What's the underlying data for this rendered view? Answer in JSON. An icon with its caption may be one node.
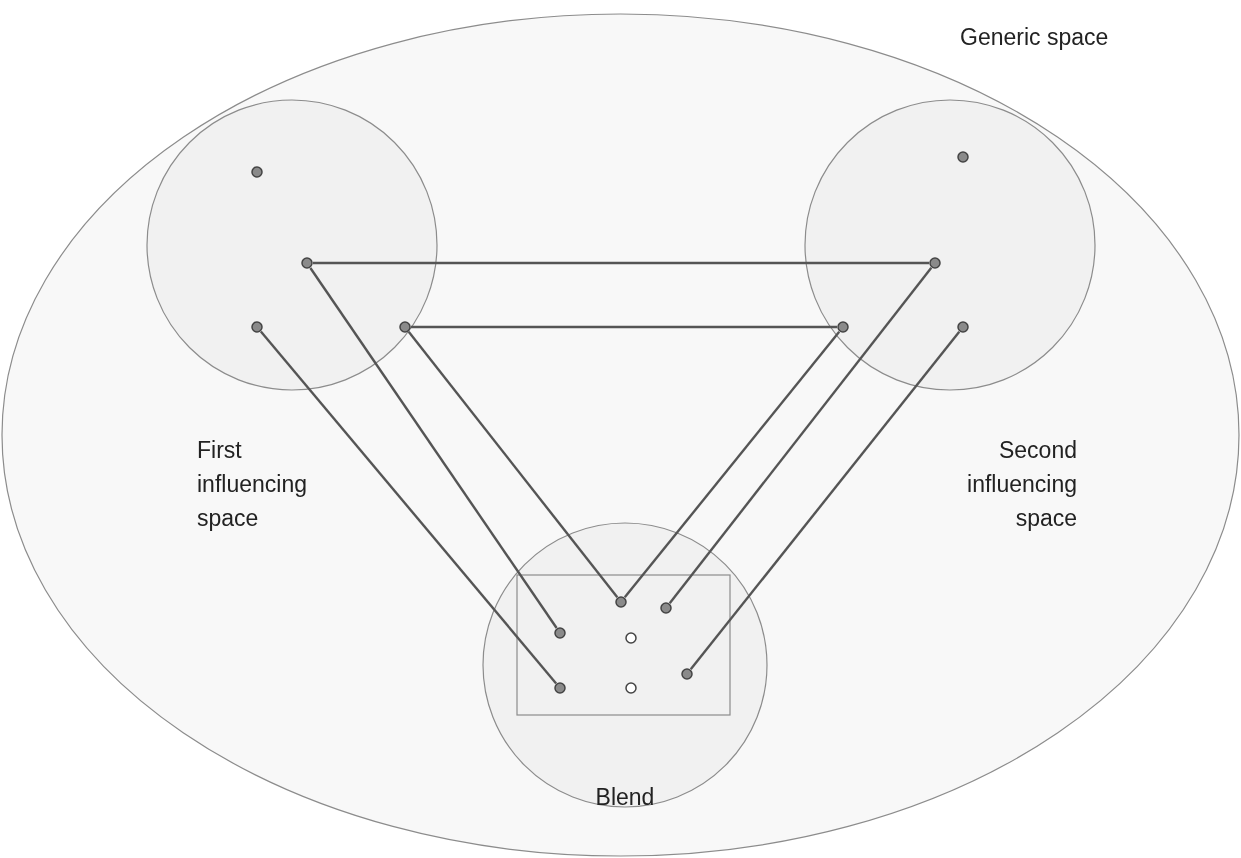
{
  "diagram": {
    "nodes": [
      {
        "text": [
          "Generic space"
        ]
      },
      {
        "text": [
          "First influencing space"
        ],
        "in": 0
      },
      {
        "text": [],
        "shape": "circle",
        "in": 1
      },
      {
        "text": [],
        "shape": "circle",
        "in": 1
      },
      {
        "text": [],
        "shape": "circle",
        "in": 1
      },
      {
        "text": [],
        "shape": "circle",
        "in": 1
      },
      {
        "text": [
          "Second influencing space"
        ],
        "in": 0
      },
      {
        "text": [],
        "shape": "circle",
        "in": 6
      },
      {
        "text": [],
        "shape": "circle",
        "in": 6
      },
      {
        "text": [],
        "shape": "circle",
        "in": 6
      },
      {
        "text": [],
        "shape": "circle",
        "in": 6
      },
      {
        "text": [
          "Blend"
        ],
        "in": 0
      },
      {
        "text": [],
        "shape": "box",
        "in": 11
      },
      {
        "text": [],
        "shape": "circle",
        "in": 12
      },
      {
        "text": [],
        "shape": "circle",
        "in": 12
      },
      {
        "text": [],
        "shape": "circle",
        "in": 12
      },
      {
        "text": [],
        "shape": "circle",
        "in": 12
      },
      {
        "text": [],
        "shape": "circle",
        "in": 12
      },
      {
        "text": [],
        "shape": "circle",
        "in": 12
      },
      {
        "text": [],
        "shape": "circle",
        "in": 12
      }
    ],
    "edges": [
      {
        "from": 3,
        "to": 8,
        "arrow": "none"
      },
      {
        "from": 5,
        "to": 9,
        "arrow": "none"
      },
      {
        "from": 4,
        "to": 18,
        "arrow": "none"
      },
      {
        "from": 3,
        "to": 15,
        "arrow": "none"
      },
      {
        "from": 5,
        "to": 13,
        "arrow": "none"
      },
      {
        "from": 9,
        "to": 13,
        "arrow": "none"
      },
      {
        "from": 8,
        "to": 14,
        "arrow": "none"
      },
      {
        "from": 10,
        "to": 17,
        "arrow": "none"
      }
    ]
  }
}
